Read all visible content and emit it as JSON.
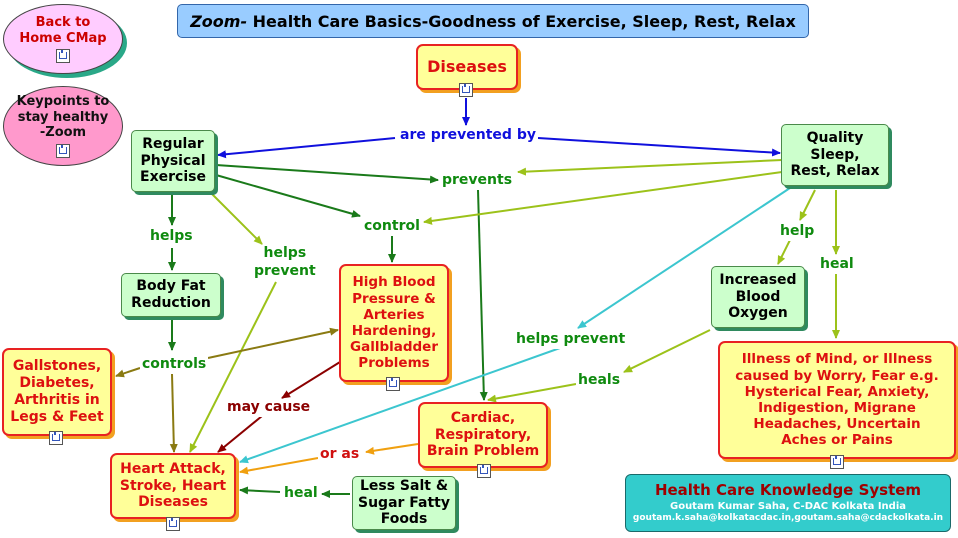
{
  "title": {
    "prefix": "Zoom-",
    "text": " Health Care Basics-Goodness of Exercise, Sleep, Rest, Relax"
  },
  "nav": {
    "back_home": {
      "line1": "Back to",
      "line2": "Home CMap"
    },
    "keypoints": {
      "line1": "Keypoints to",
      "line2": "stay healthy",
      "line3": "-Zoom"
    }
  },
  "concepts": {
    "diseases": "Diseases",
    "exercise": [
      "Regular",
      "Physical",
      "Exercise"
    ],
    "sleep": [
      "Quality",
      "Sleep,",
      "Rest, Relax"
    ],
    "body_fat": [
      "Body Fat",
      "Reduction"
    ],
    "blood_pressure": [
      "High Blood",
      "Pressure &",
      "Arteries",
      "Hardening,",
      "Gallbladder",
      "Problems"
    ],
    "gallstones": [
      "Gallstones,",
      "Diabetes,",
      "Arthritis in",
      "Legs & Feet"
    ],
    "oxygen": [
      "Increased",
      "Blood",
      "Oxygen"
    ],
    "illness": [
      "Illness of Mind, or Illness",
      "caused by Worry, Fear e.g.",
      "Hysterical Fear, Anxiety,",
      "Indigestion, Migrane",
      "Headaches, Uncertain",
      "Aches or Pains"
    ],
    "cardiac": [
      "Cardiac,",
      "Respiratory,",
      "Brain Problem"
    ],
    "heart_attack": [
      "Heart Attack,",
      "Stroke, Heart",
      "Diseases"
    ],
    "less_salt": [
      "Less Salt &",
      "Sugar Fatty",
      "Foods"
    ]
  },
  "linking_phrases": {
    "are_prevented_by": "are prevented by",
    "prevents": "prevents",
    "control": "control",
    "helps": "helps",
    "helps_prevent_left": [
      "helps",
      "prevent"
    ],
    "controls": "controls",
    "help": "help",
    "heal": "heal",
    "helps_prevent_right": "helps prevent",
    "heals": "heals",
    "may_cause": "may cause",
    "or_as": "or as",
    "heal_bottom": "heal"
  },
  "footer": {
    "title": "Health Care Knowledge System",
    "author": "Goutam Kumar Saha, C-DAC Kolkata India",
    "email": "goutam.k.saha@kolkatacdac.in,goutam.saha@cdackolkata.in"
  },
  "colors": {
    "blue_link": "#1010dd",
    "dark_green_link": "#1a7a1a",
    "yellow_green_link": "#9cc21a",
    "teal_link": "#3cc6cf",
    "olive_link": "#8a7a12",
    "dark_red_link": "#8b0000",
    "orange_link": "#f0a010"
  },
  "icons": [
    "cmap-link-icon"
  ]
}
